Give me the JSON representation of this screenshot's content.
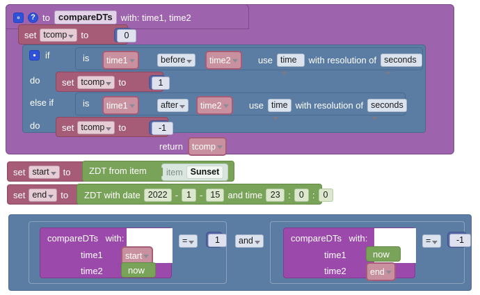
{
  "workspace": {
    "background": "#ffffff",
    "colors": {
      "procedure": "#9d63ad",
      "variable": "#a65c77",
      "control": "#5b7da3",
      "logic": "#5b7da3",
      "math": "#5566a8",
      "datetime": "#7aa35a",
      "call": "#9b49ab",
      "icon_blue": "#2f52d9"
    }
  },
  "procedure": {
    "gear_icon": "gear-icon",
    "help_icon": "question-mark-icon",
    "to_label": "to",
    "name": "compareDTs",
    "with_label": "with: time1, time2",
    "init": {
      "set_label": "set",
      "variable": "tcomp",
      "to_label": "to",
      "value": "0"
    },
    "if_block": {
      "gear_icon": "gear-icon",
      "if_label": "if",
      "do_label": "do",
      "else_if_label": "else if",
      "branches": [
        {
          "keyword": "if",
          "condition": {
            "is_label": "is",
            "left": "time1",
            "operator": "before",
            "right": "time2",
            "use_label": "use",
            "use_value": "time",
            "resolution_label": "with resolution of",
            "resolution_value": "seconds"
          },
          "body": {
            "set_label": "set",
            "variable": "tcomp",
            "to_label": "to",
            "value": "1"
          }
        },
        {
          "keyword": "else if",
          "condition": {
            "is_label": "is",
            "left": "time1",
            "operator": "after",
            "right": "time2",
            "use_label": "use",
            "use_value": "time",
            "resolution_label": "with resolution of",
            "resolution_value": "seconds"
          },
          "body": {
            "set_label": "set",
            "variable": "tcomp",
            "to_label": "to",
            "value": "-1"
          }
        }
      ]
    },
    "return": {
      "return_label": "return",
      "value": "tcomp"
    }
  },
  "assignments": [
    {
      "set_label": "set",
      "variable": "start",
      "to_label": "to",
      "value_block": {
        "label": "ZDT from item",
        "item_label": "item",
        "item_name": "Sunset"
      }
    },
    {
      "set_label": "set",
      "variable": "end",
      "to_label": "to",
      "value_block": {
        "label": "ZDT with date",
        "year": "2022",
        "sep1": "-",
        "month": "1",
        "sep2": "-",
        "day": "15",
        "and_time_label": "and time",
        "hour": "23",
        "colon1": ":",
        "minute": "0",
        "colon2": ":",
        "second": "0"
      }
    }
  ],
  "condition_row": {
    "join_operator": "and",
    "left": {
      "call_label": "compareDTs",
      "with_label": "with:",
      "args": [
        {
          "name": "time1",
          "value": "start",
          "value_type": "variable"
        },
        {
          "name": "time2",
          "value": "now",
          "value_type": "datetime"
        }
      ],
      "comparator": "=",
      "compare_value": "1"
    },
    "right": {
      "call_label": "compareDTs",
      "with_label": "with:",
      "args": [
        {
          "name": "time1",
          "value": "now",
          "value_type": "datetime"
        },
        {
          "name": "time2",
          "value": "end",
          "value_type": "variable"
        }
      ],
      "comparator": "=",
      "compare_value": "-1"
    }
  }
}
